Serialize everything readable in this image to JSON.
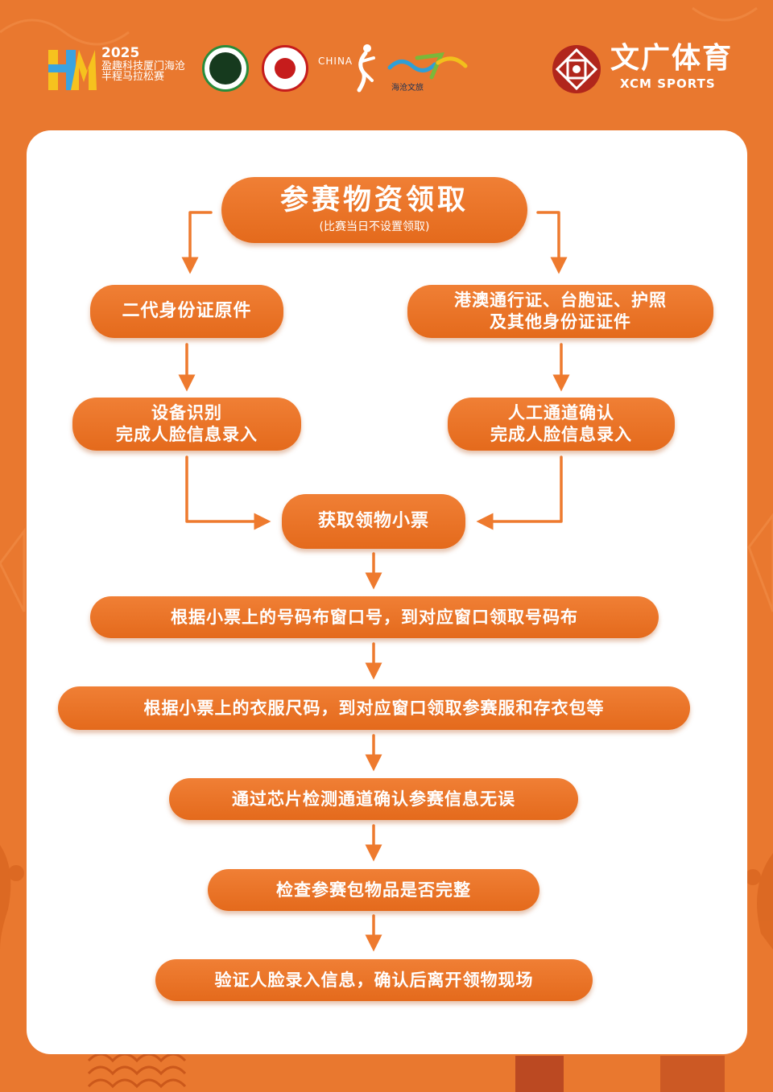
{
  "header": {
    "hm_logo_icon": "half-marathon-hm-logo-icon",
    "event_year": "2025",
    "event_name": "盈趣科技厦门海沧半程马拉松赛",
    "world_athletics_icon": "world-athletics-badge-icon",
    "caa_icon": "chinese-athletics-association-badge-icon",
    "china_marathon_text": "CHINA",
    "runner_icon": "runner-icon",
    "haicang_text": "海沧文旅",
    "xcm_icon": "xcm-emblem-icon",
    "xcm_title": "文广体育",
    "xcm_subtitle": "XCM SPORTS"
  },
  "flow": {
    "title": "参赛物资领取",
    "title_note": "(比赛当日不设置领取)",
    "left_branch": {
      "id_box": "二代身份证原件",
      "verify_line1": "设备识别",
      "verify_line2": "完成人脸信息录入"
    },
    "right_branch": {
      "id_line1": "港澳通行证、台胞证、护照",
      "id_line2": "及其他身份证证件",
      "verify_line1": "人工通道确认",
      "verify_line2": "完成人脸信息录入"
    },
    "ticket": "获取领物小票",
    "steps": [
      "根据小票上的号码布窗口号，到对应窗口领取号码布",
      "根据小票上的衣服尺码，到对应窗口领取参赛服和存衣包等",
      "通过芯片检测通道确认参赛信息无误",
      "检查参赛包物品是否完整",
      "验证人脸录入信息，确认后离开领物现场"
    ]
  },
  "colors": {
    "background": "#e9782f",
    "box": "#ec7428",
    "arrow": "#ee7a2e",
    "card": "#ffffff"
  }
}
